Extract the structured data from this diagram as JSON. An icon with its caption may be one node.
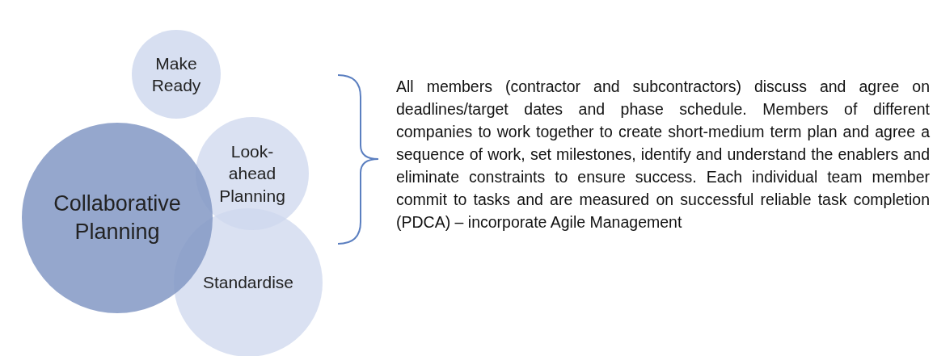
{
  "diagram": {
    "nodes": [
      {
        "text": [
          "Collaborative Planning"
        ]
      },
      {
        "text": [
          "Make Ready"
        ]
      },
      {
        "text": [
          "Look-ahead Planning"
        ]
      },
      {
        "text": [
          "Standardise"
        ]
      }
    ],
    "labels": [
      "All members (contractor and subcontractors) discuss and agree on deadlines/target dates and phase schedule. Members of different companies to work together to create short-medium term plan and agree a sequence of work, set milestones, identify and understand the enablers and eliminate constraints to ensure success. Each individual team member commit to tasks and are measured on successful reliable task completion (PDCA) – incorporate Agile Management"
    ]
  }
}
